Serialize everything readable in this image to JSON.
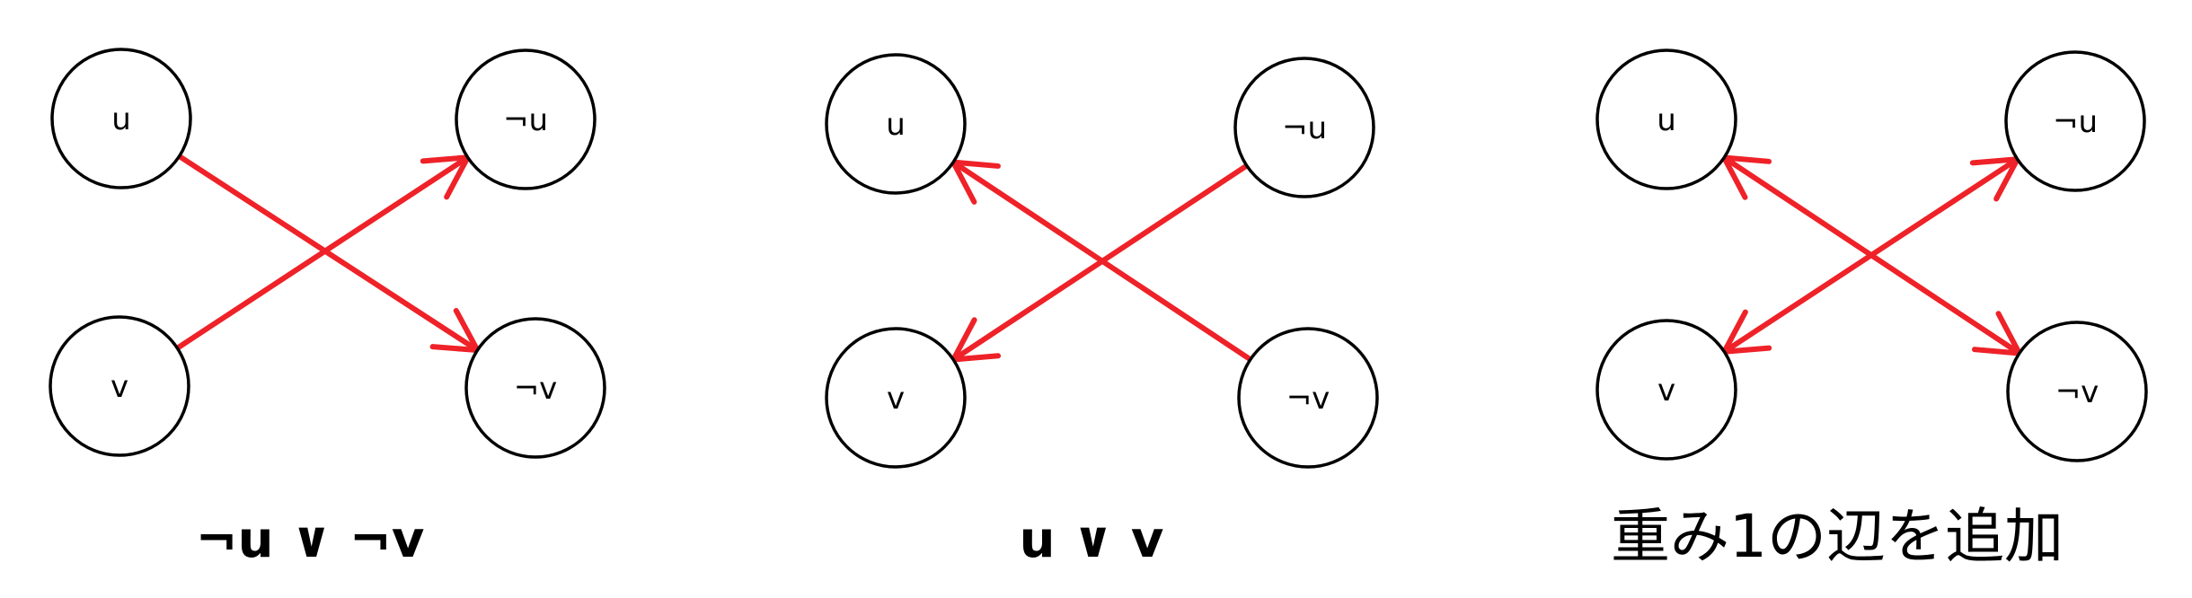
{
  "accent_color": "#ee2228",
  "panels": [
    {
      "id": "panel-1",
      "nodes": {
        "u": "u",
        "nu": "¬u",
        "v": "v",
        "nv": "¬v"
      },
      "edges": [
        {
          "from": "u",
          "to": "nv",
          "arrow": "end"
        },
        {
          "from": "v",
          "to": "nu",
          "arrow": "end"
        }
      ],
      "caption": "¬u ∨ ¬v"
    },
    {
      "id": "panel-2",
      "nodes": {
        "u": "u",
        "nu": "¬u",
        "v": "v",
        "nv": "¬v"
      },
      "edges": [
        {
          "from": "nu",
          "to": "v",
          "arrow": "end"
        },
        {
          "from": "nv",
          "to": "u",
          "arrow": "end"
        }
      ],
      "caption": "u ∨ v"
    },
    {
      "id": "panel-3",
      "nodes": {
        "u": "u",
        "nu": "¬u",
        "v": "v",
        "nv": "¬v"
      },
      "edges": [
        {
          "from": "u",
          "to": "nv",
          "arrow": "both"
        },
        {
          "from": "v",
          "to": "nu",
          "arrow": "both"
        }
      ],
      "caption": "重み1の辺を追加"
    }
  ]
}
